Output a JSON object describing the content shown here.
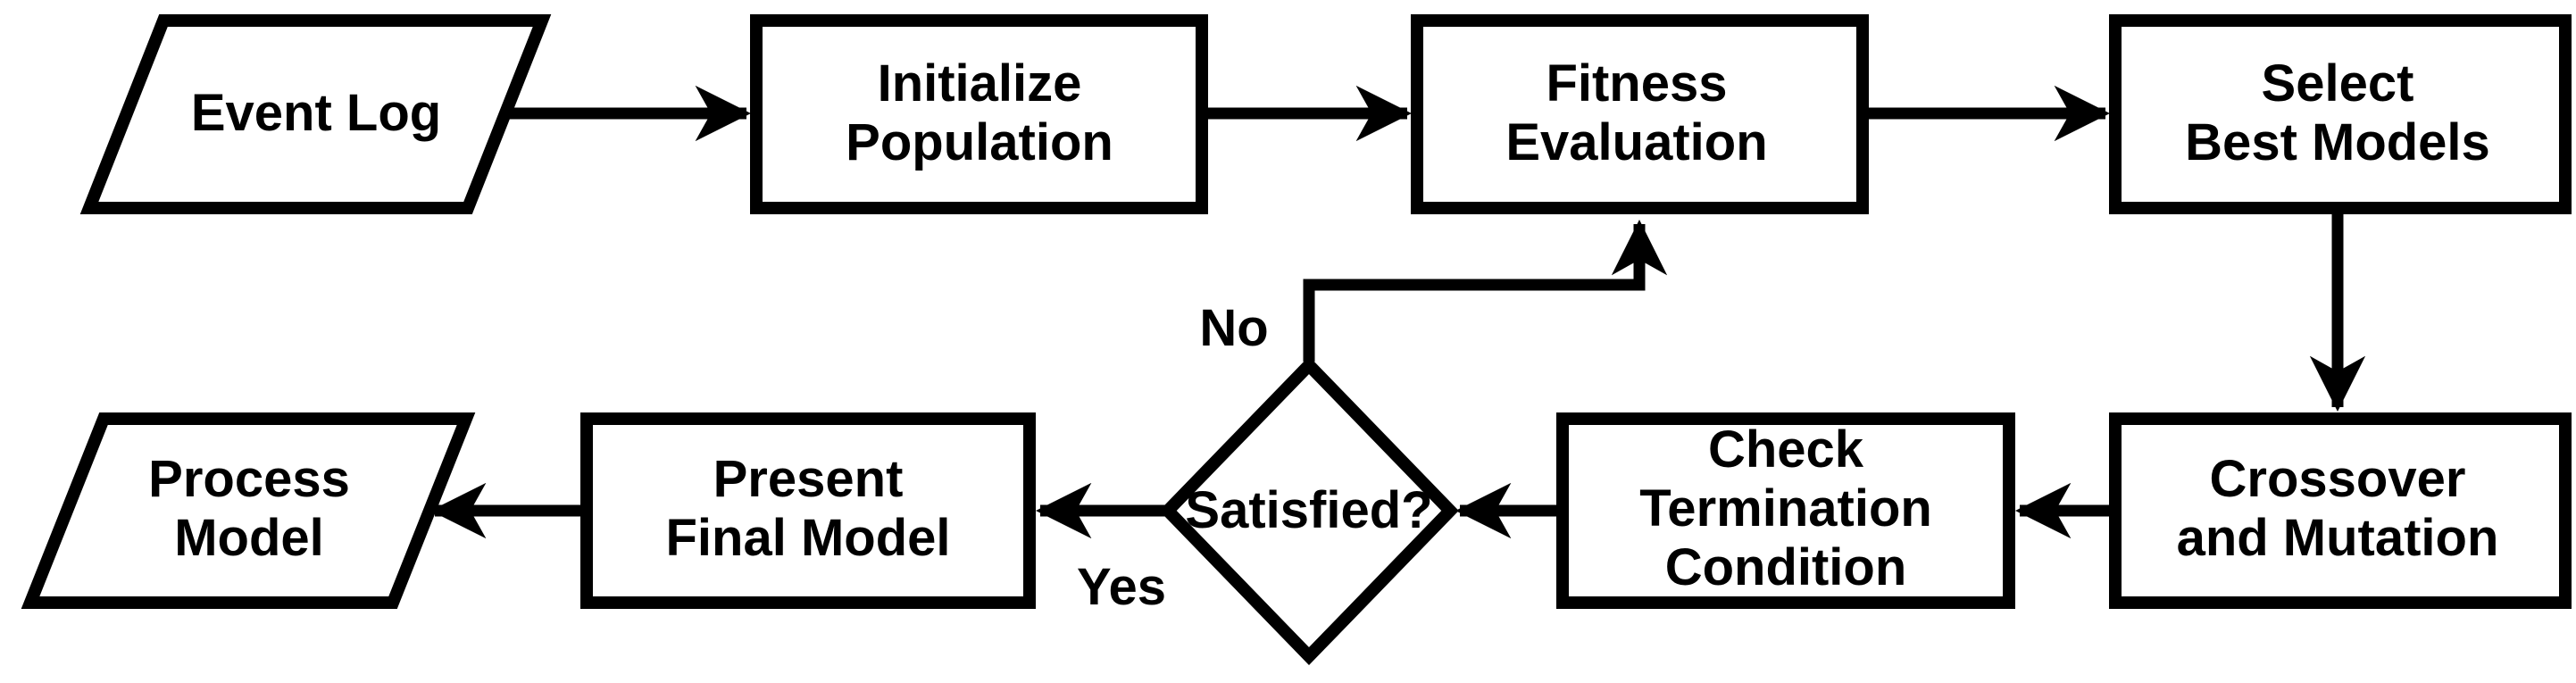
{
  "diagram": {
    "type": "flowchart",
    "colors": {
      "background": "#ffffff",
      "shape_fill": "#ffffff",
      "stroke": "#000000",
      "text": "#000000"
    },
    "nodes": {
      "event_log": {
        "shape": "parallelogram",
        "label": "Event Log"
      },
      "initialize_population": {
        "shape": "rectangle",
        "label": "Initialize\nPopulation"
      },
      "fitness_evaluation": {
        "shape": "rectangle",
        "label": "Fitness\nEvaluation"
      },
      "select_best_models": {
        "shape": "rectangle",
        "label": "Select\nBest Models"
      },
      "crossover_mutation": {
        "shape": "rectangle",
        "label": "Crossover\nand Mutation"
      },
      "check_termination": {
        "shape": "rectangle",
        "label": "Check\nTermination\nCondition"
      },
      "satisfied": {
        "shape": "diamond",
        "label": "Satisfied?"
      },
      "present_final_model": {
        "shape": "rectangle",
        "label": "Present\nFinal Model"
      },
      "process_model": {
        "shape": "parallelogram",
        "label": "Process\nModel"
      }
    },
    "edge_labels": {
      "no": "No",
      "yes": "Yes"
    },
    "edges": [
      {
        "from": "event_log",
        "to": "initialize_population"
      },
      {
        "from": "initialize_population",
        "to": "fitness_evaluation"
      },
      {
        "from": "fitness_evaluation",
        "to": "select_best_models"
      },
      {
        "from": "select_best_models",
        "to": "crossover_mutation"
      },
      {
        "from": "crossover_mutation",
        "to": "check_termination"
      },
      {
        "from": "check_termination",
        "to": "satisfied"
      },
      {
        "from": "satisfied",
        "to": "present_final_model",
        "label": "Yes"
      },
      {
        "from": "satisfied",
        "to": "fitness_evaluation",
        "label": "No"
      },
      {
        "from": "present_final_model",
        "to": "process_model"
      }
    ]
  }
}
